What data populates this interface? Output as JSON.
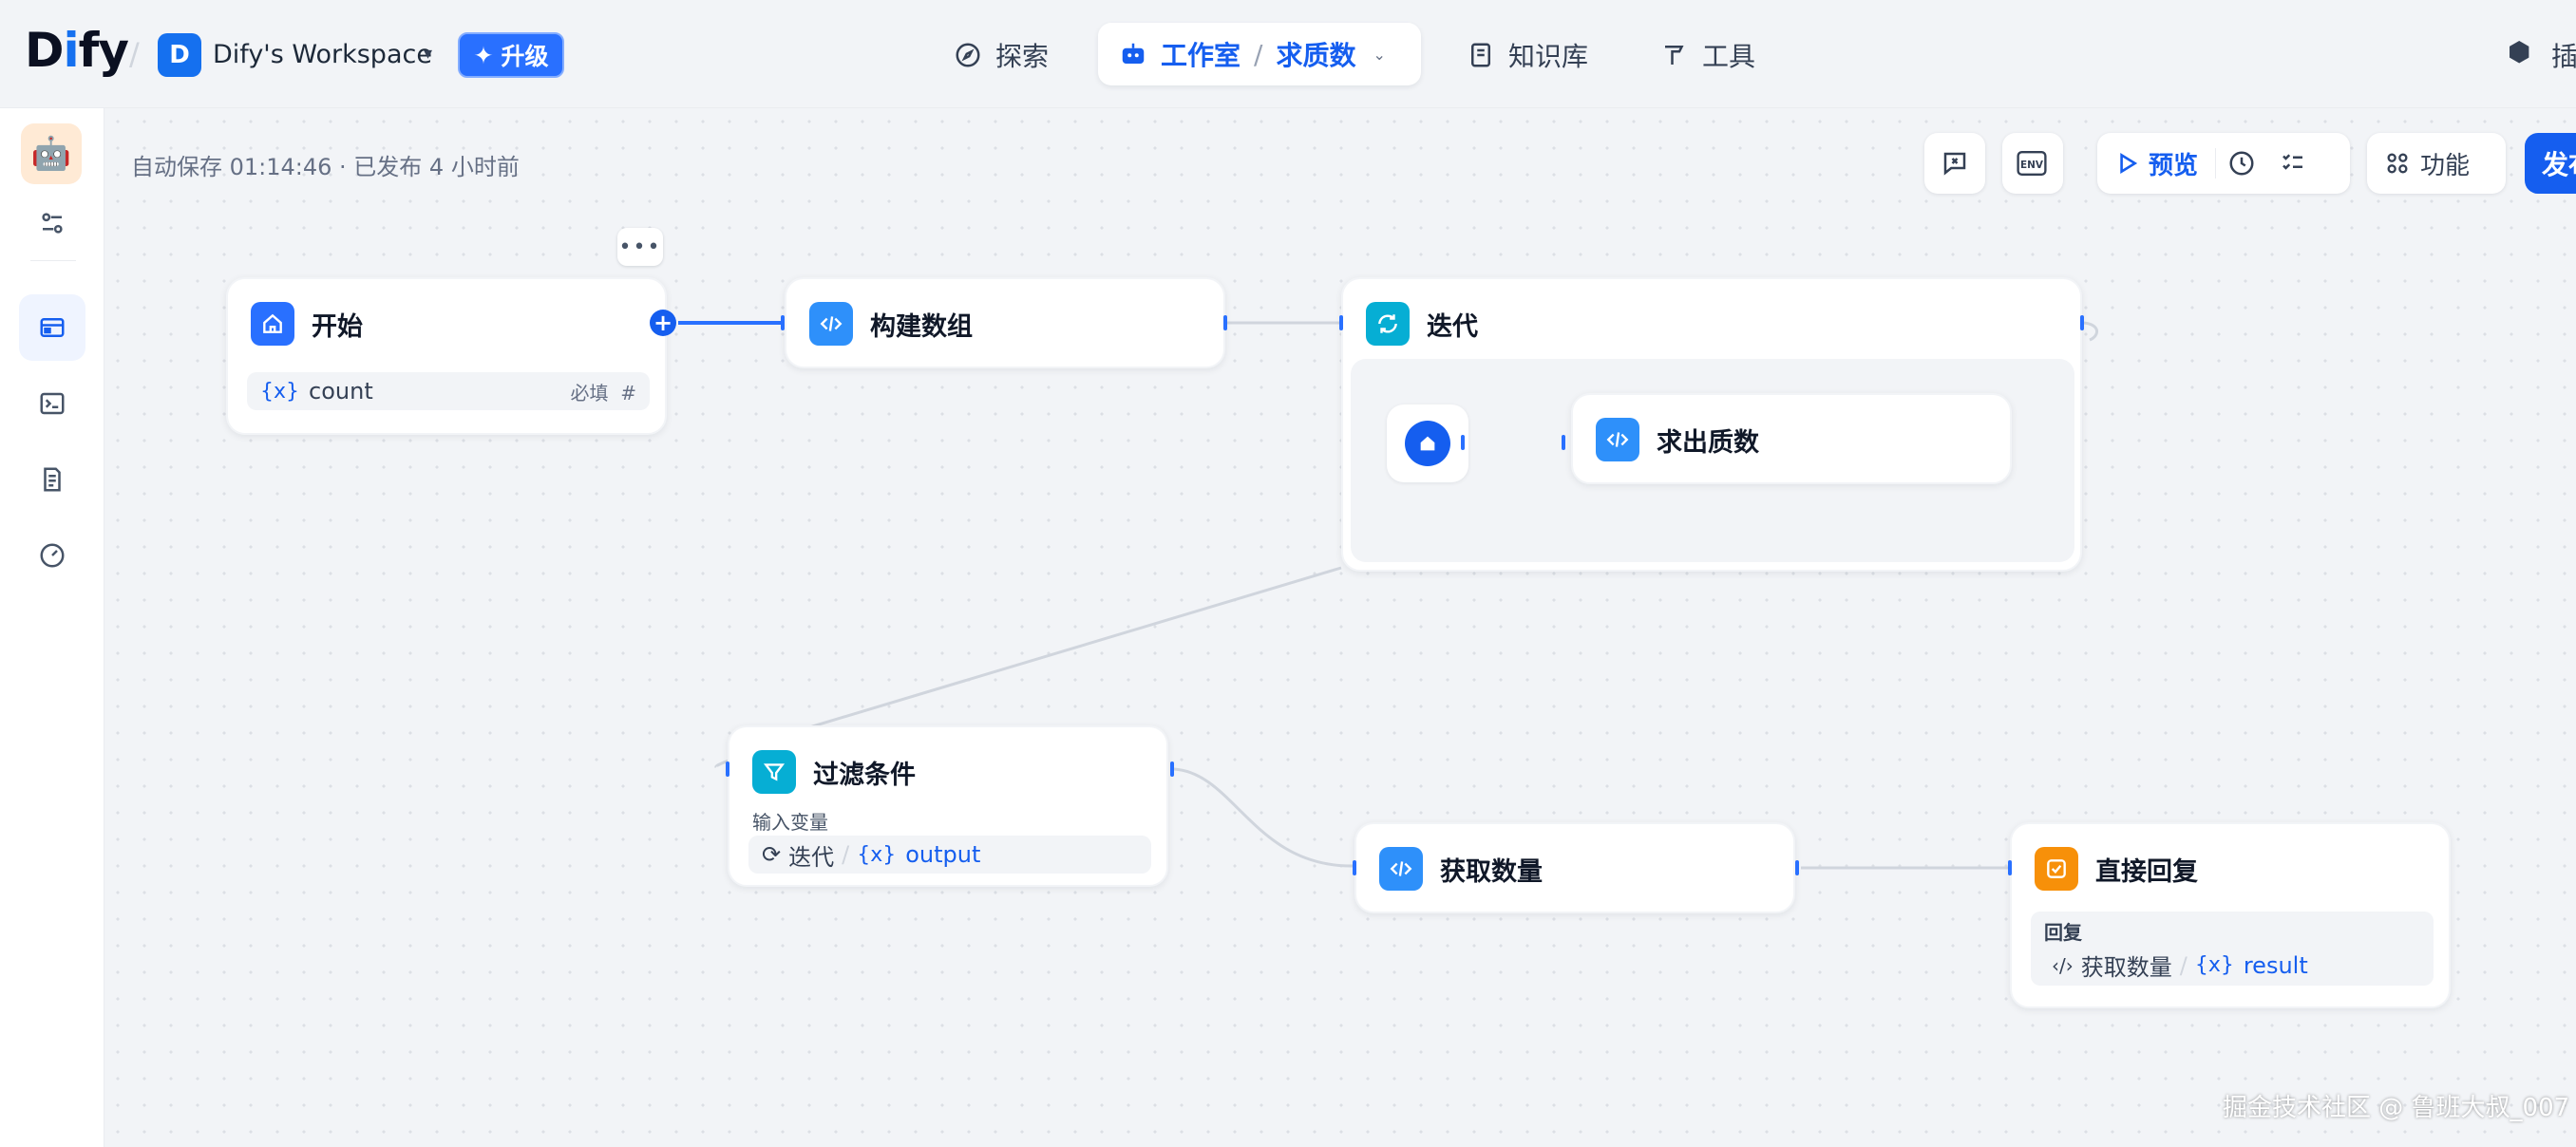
{
  "brand": {
    "logo_text_a": "D",
    "logo_text_i": "i",
    "logo_text_b": "fy"
  },
  "workspace": {
    "avatar_letter": "D",
    "name": "Dify's Workspace",
    "upgrade_label": "升级"
  },
  "nav": {
    "explore": "探索",
    "studio": "工作室",
    "current_app": "求质数",
    "knowledge": "知识库",
    "tools": "工具",
    "plugins": "插"
  },
  "canvas": {
    "autosave": "自动保存 01:14:46 · 已发布 4 小时前"
  },
  "toolbar": {
    "preview": "预览",
    "features": "功能",
    "publish": "发布"
  },
  "nodes": {
    "start": {
      "title": "开始",
      "var_name": "count",
      "required": "必填",
      "type_icon": "#"
    },
    "build_array": {
      "title": "构建数组"
    },
    "iteration": {
      "title": "迭代",
      "inner_node": "求出质数"
    },
    "filter": {
      "title": "过滤条件",
      "input_label": "输入变量",
      "source": "迭代",
      "var": "output"
    },
    "get_count": {
      "title": "获取数量"
    },
    "answer": {
      "title": "直接回复",
      "reply_label": "回复",
      "source": "获取数量",
      "var": "result"
    }
  },
  "watermark": "掘金技术社区 @ 鲁班大叔_007",
  "colors": {
    "accent": "#155eef",
    "canvas": "#f2f4f7",
    "answer_icon": "#f79009",
    "iter_icon": "#06aed4"
  }
}
